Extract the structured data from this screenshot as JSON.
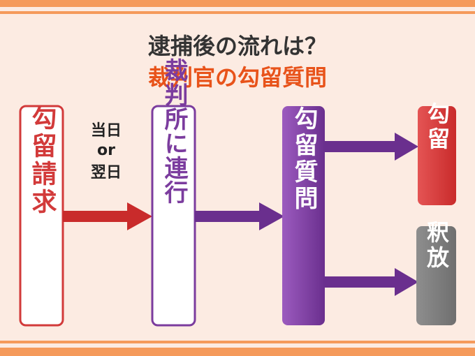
{
  "title": {
    "line1": "逮捕後の流れは？",
    "line2": "裁判官の勾留質問"
  },
  "boxes": {
    "request": "勾留請求",
    "transfer": "裁判所に連行",
    "question": "勾留質問",
    "detention": "勾留",
    "release": "釈放"
  },
  "timing": {
    "line1": "当日",
    "line2": "or",
    "line3": "翌日"
  },
  "colors": {
    "background": "#fcebe2",
    "stripe": "#f59a5b",
    "title_dark": "#333333",
    "title_accent": "#e8531a",
    "red": "#d23a3a",
    "purple": "#7b3c9e",
    "gray": "#808080"
  }
}
